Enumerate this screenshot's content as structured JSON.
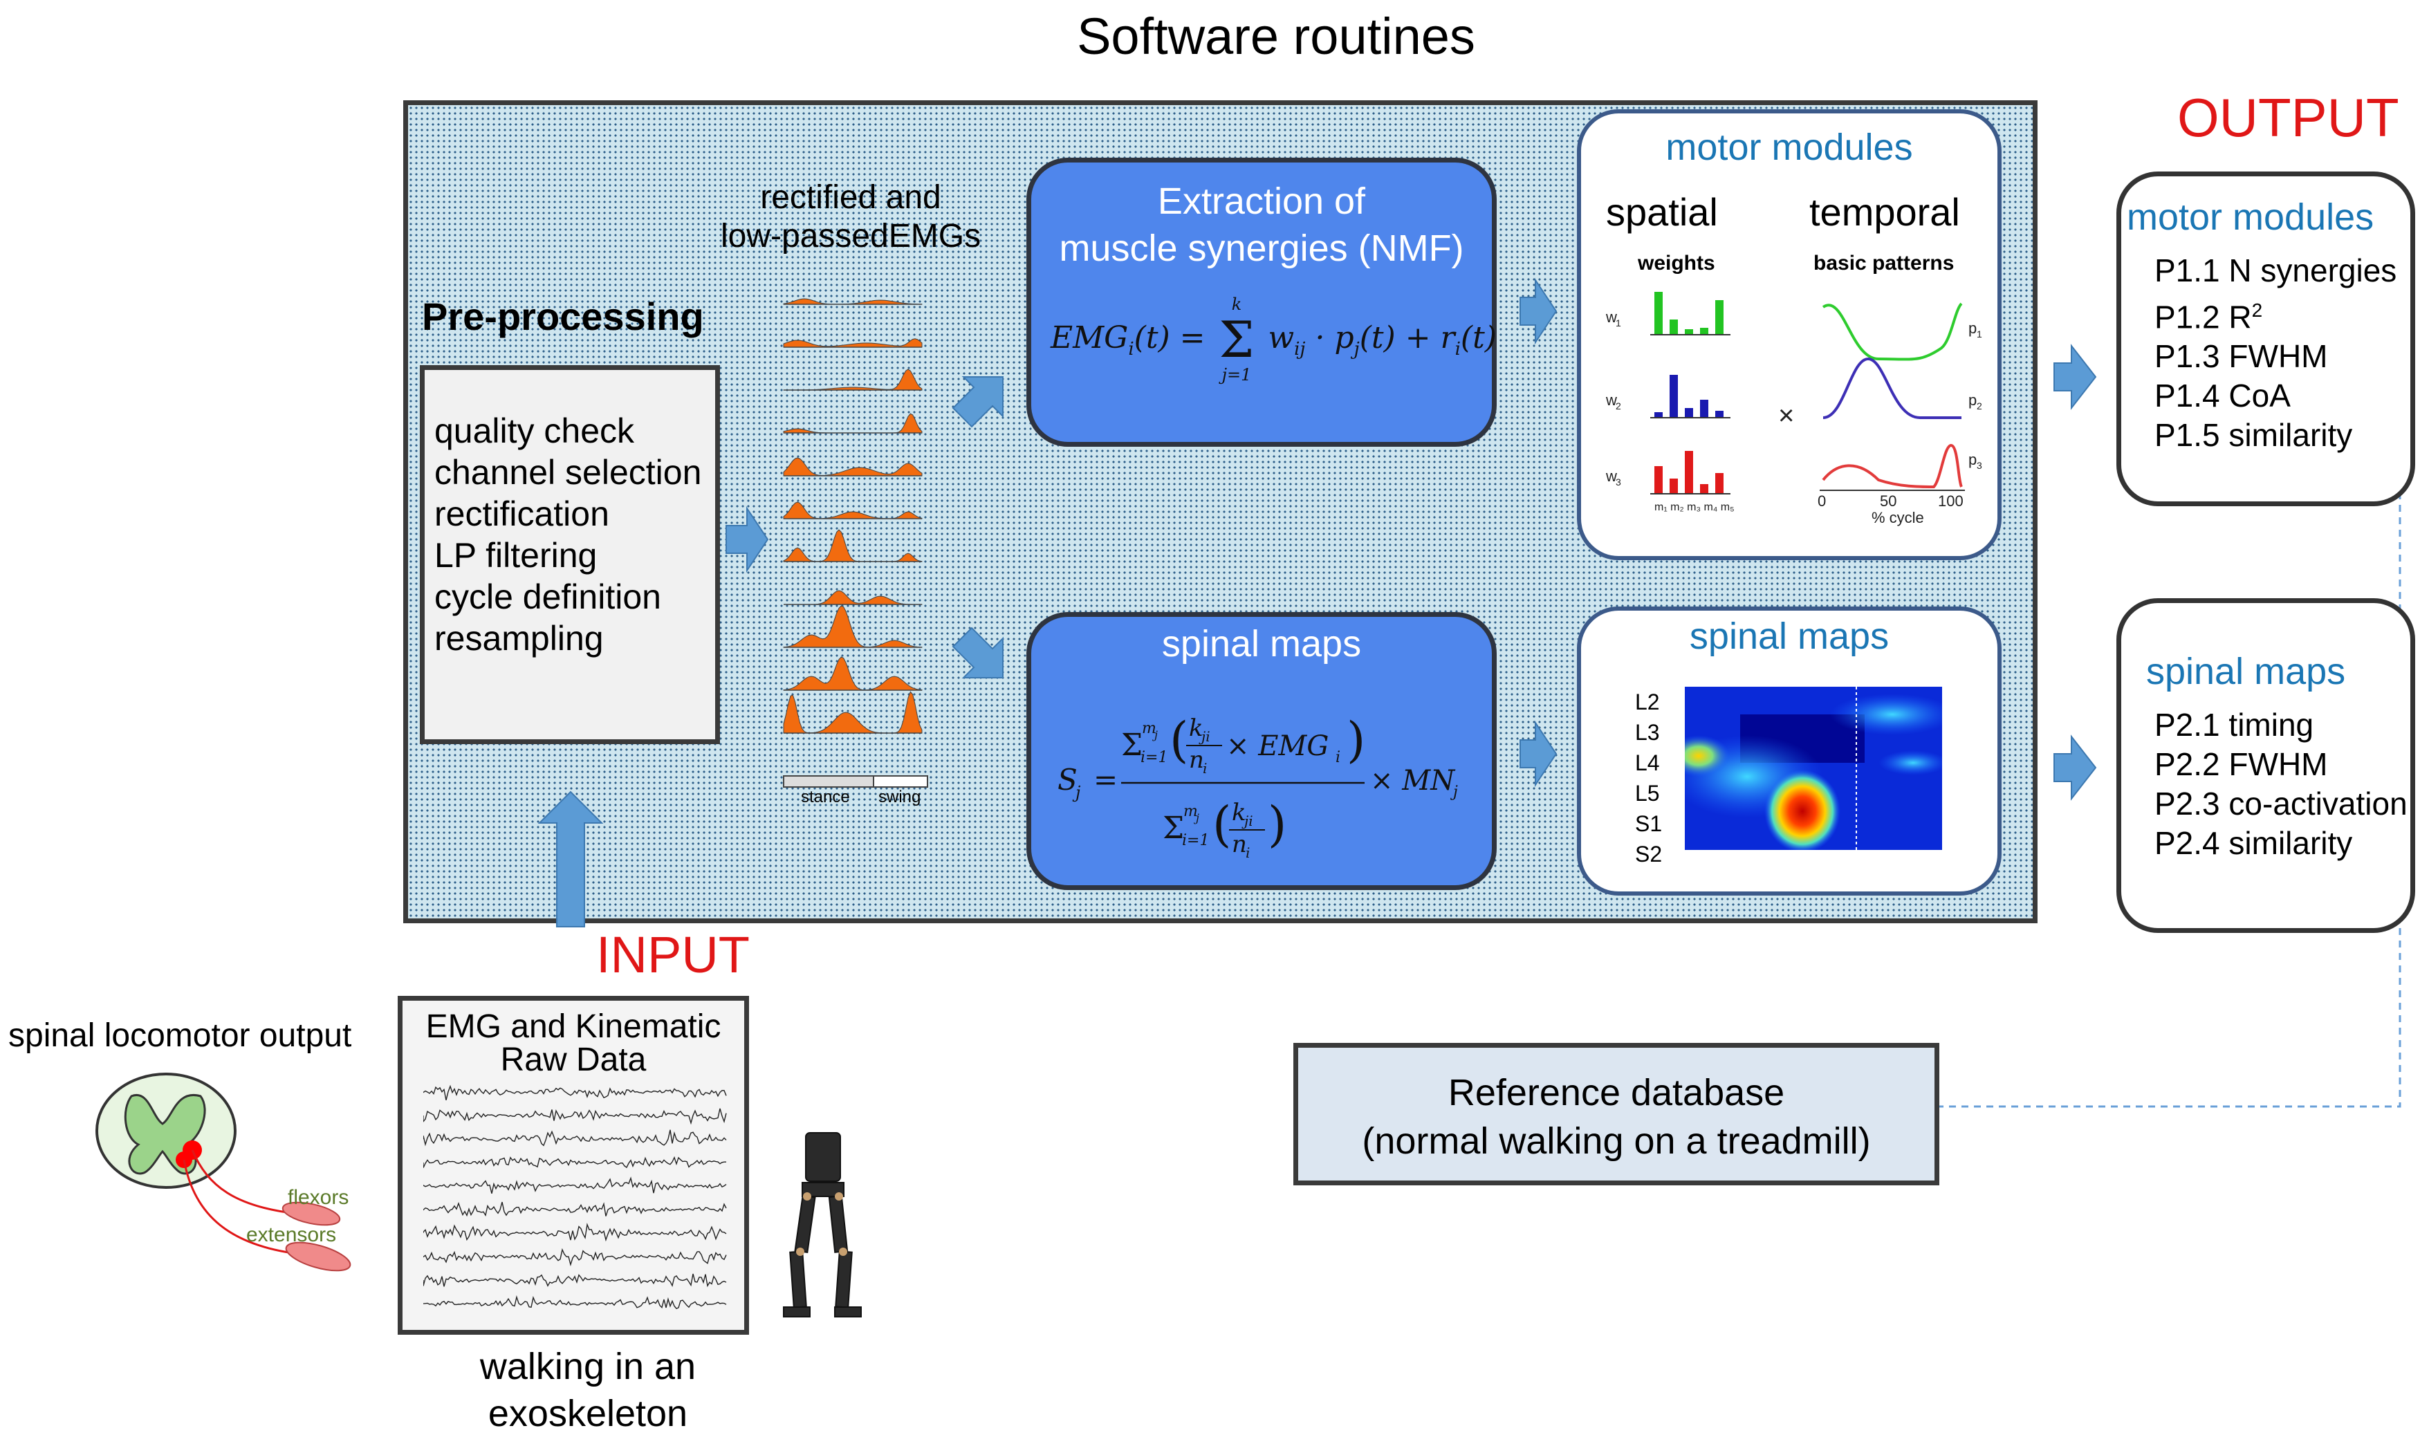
{
  "title": "Software routines",
  "preprocessing": {
    "heading": "Pre-processing",
    "steps": [
      "quality check",
      "channel selection",
      "rectification",
      "LP filtering",
      "cycle definition",
      "resampling"
    ]
  },
  "emg_label": {
    "line1": "rectified and",
    "line2": "low-passedEMGs"
  },
  "gait_phases": {
    "stance": "stance",
    "swing": "swing"
  },
  "nmf_box": {
    "line1": "Extraction of",
    "line2": "muscle synergies (NMF)",
    "formula": {
      "lhs": "EMG",
      "lhs_sub": "i",
      "lhs_arg": "(t) =",
      "sum_top": "k",
      "sum_bottom": "j=1",
      "rhs": "w",
      "rhs_sub": "ij",
      "rhs_mid": " · p",
      "rhs_mid_sub": "j",
      "rhs_end": "(t) + r",
      "rhs_end_sub": "i",
      "rhs_tail": "(t)"
    }
  },
  "spinal_box": {
    "title": "spinal maps",
    "formula": {
      "lhs": "S",
      "lhs_sub": "j",
      "eq": "=",
      "num": "Σ",
      "num_sup": "m",
      "num_supsub": "j",
      "num_sub": "i=1",
      "frac_top": "k",
      "frac_top_sub": "ji",
      "frac_bot": "n",
      "frac_bot_sub": "i",
      "times": "× EMG",
      "times_sub": "i",
      "den": "Σ",
      "den_sup": "m",
      "den_supsub": "j",
      "den_sub": "i=1",
      "tail": "× MN",
      "tail_sub": "j"
    }
  },
  "motor_modules_panel": {
    "title": "motor modules",
    "spatial": "spatial",
    "temporal": "temporal",
    "weights": "weights",
    "basic_patterns": "basic patterns",
    "w_labels": [
      "w",
      "w",
      "w"
    ],
    "w_subs": [
      "1",
      "2",
      "3"
    ],
    "p_labels": [
      "p",
      "p",
      "p"
    ],
    "p_subs": [
      "1",
      "2",
      "3"
    ],
    "times": "×",
    "x_ticks": [
      "0",
      "50",
      "100"
    ],
    "x_label": "% cycle",
    "m_labels": "m₁ m₂ m₃ m₄ m₅"
  },
  "spinal_maps_panel": {
    "title": "spinal maps",
    "levels": [
      "L2",
      "L3",
      "L4",
      "L5",
      "S1",
      "S2"
    ]
  },
  "output": {
    "heading": "OUTPUT",
    "motor_modules": {
      "title": "motor modules",
      "items": [
        {
          "id": "P1.1",
          "text": "N synergies"
        },
        {
          "id": "P1.2",
          "text": "R",
          "sup": "2"
        },
        {
          "id": "P1.3",
          "text": "FWHM"
        },
        {
          "id": "P1.4",
          "text": "CoA"
        },
        {
          "id": "P1.5",
          "text": "similarity"
        }
      ]
    },
    "spinal_maps": {
      "title": "spinal maps",
      "items": [
        {
          "id": "P2.1",
          "text": "timing"
        },
        {
          "id": "P2.2",
          "text": "FWHM"
        },
        {
          "id": "P2.3",
          "text": "co-activation"
        },
        {
          "id": "P2.4",
          "text": "similarity"
        }
      ]
    }
  },
  "input": {
    "heading": "INPUT",
    "raw_title_1": "EMG and Kinematic",
    "raw_title_2": "Raw Data",
    "caption_1": "walking in an",
    "caption_2": "exoskeleton",
    "spinal_label": "spinal locomotor output",
    "flexors": "flexors",
    "extensors": "extensors"
  },
  "reference": {
    "line1": "Reference database",
    "line2": "(normal walking on a treadmill)"
  },
  "colors": {
    "accent_blue": "#4f86ec",
    "title_teal": "#1a76b4",
    "red": "#e01717",
    "emg_orange": "#f26b0f",
    "arrow_blue": "#5b9bd5"
  }
}
